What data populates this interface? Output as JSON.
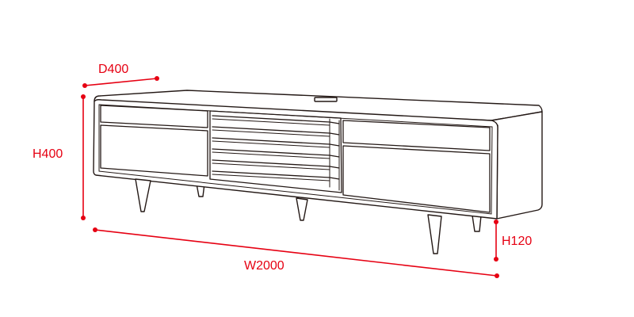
{
  "accent_color": "#e60012",
  "dimensions": {
    "depth": "D400",
    "height": "H400",
    "leg_height": "H120",
    "width": "W2000"
  }
}
